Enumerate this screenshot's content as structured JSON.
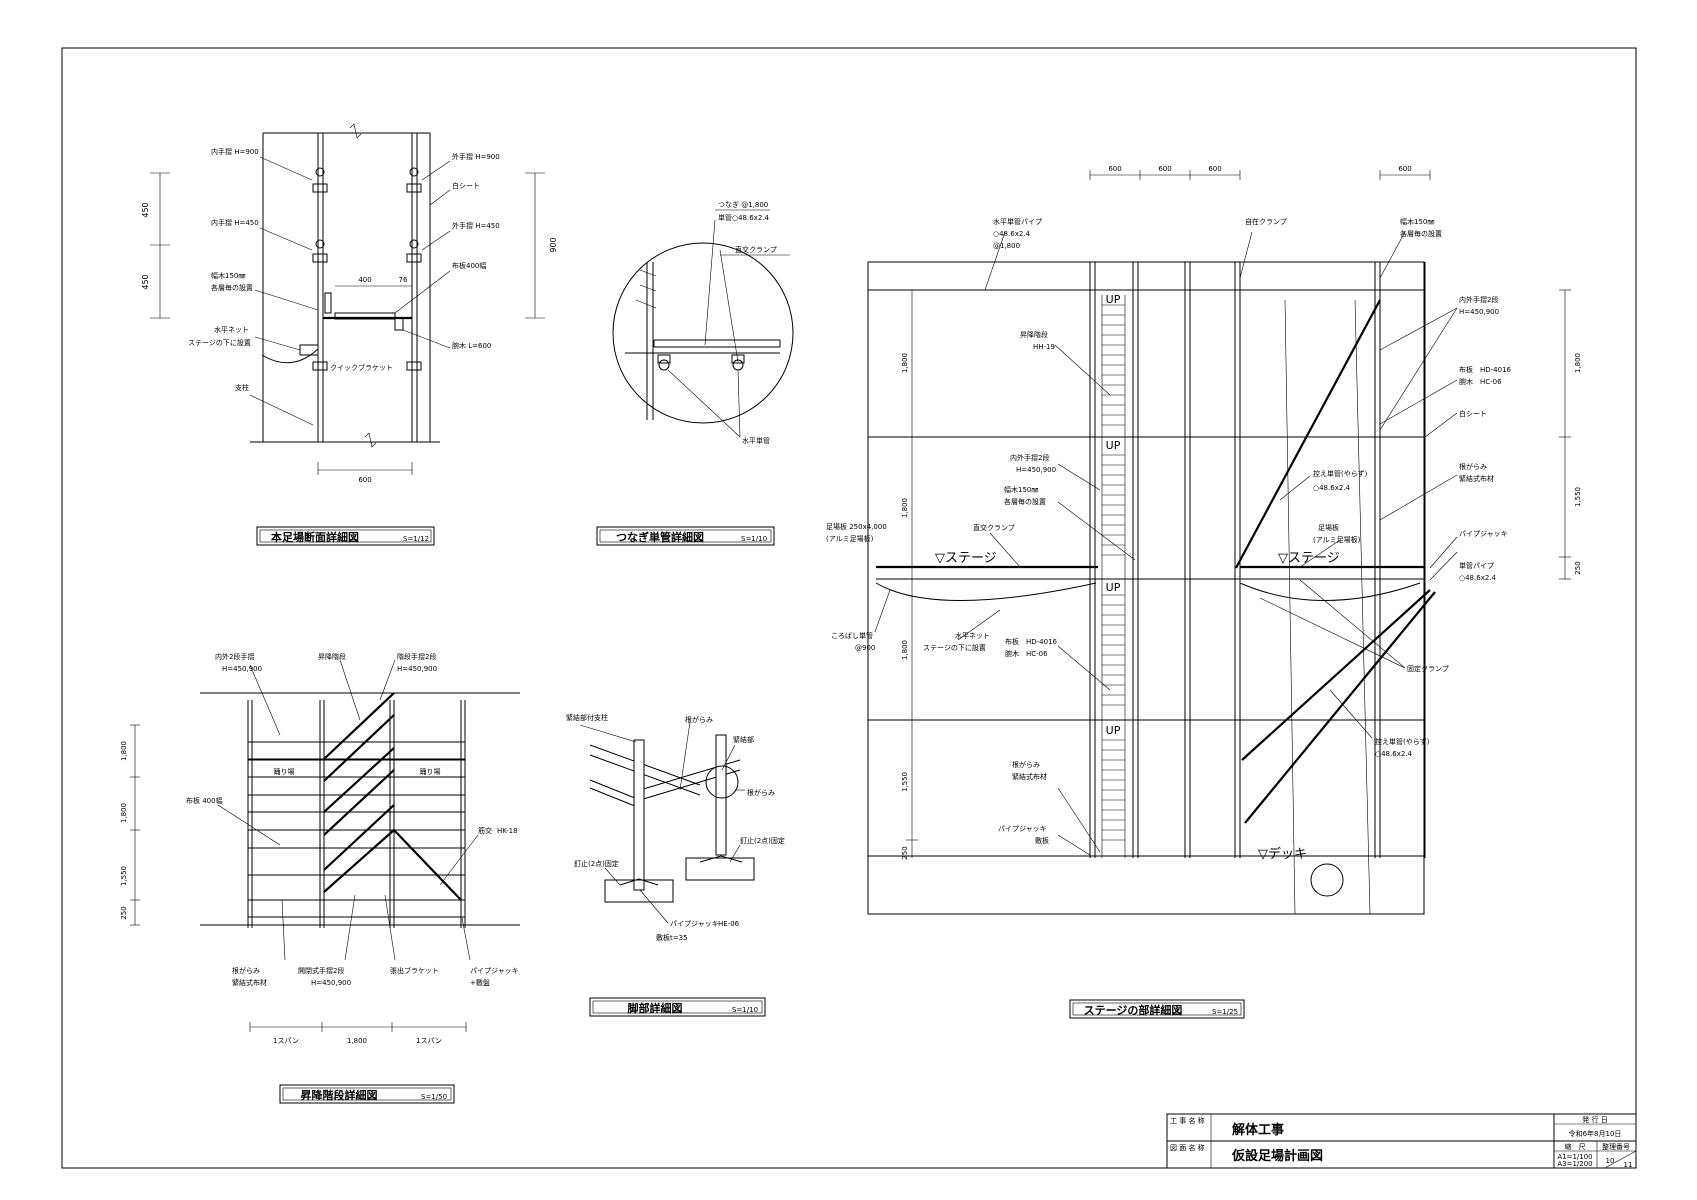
{
  "drawings": {
    "section": {
      "title": "本足場断面詳細図",
      "scale": "S=1/12",
      "labels": {
        "inner_rail_900": "内手摺 H=900",
        "inner_rail_450": "内手摺 H=450",
        "toe_board": "幅木150㎜",
        "toe_board_note": "各層毎の設置",
        "net": "水平ネット",
        "net_note": "ステージの下に設置",
        "bracket": "クイックブラケット",
        "post": "支柱",
        "outer_rail_900": "外手摺 H=900",
        "white_sheet": "白シート",
        "outer_rail_450": "外手摺 H=450",
        "plank": "布板400幅",
        "arm": "腕木 L=600"
      },
      "dims": {
        "d450a": "450",
        "d450b": "450",
        "d900": "900",
        "d400": "400",
        "d76": "76",
        "d600": "600"
      }
    },
    "tie": {
      "title": "つなぎ単管詳細図",
      "scale": "S=1/10",
      "labels": {
        "tie": "つなぎ @1,800",
        "pipe": "単管○48.6x2.4",
        "clamp": "直交クランプ",
        "horizontal": "水平単管"
      }
    },
    "stair": {
      "title": "昇降階段詳細図",
      "scale": "S=1/50",
      "labels": {
        "rail2": "内外2段手摺",
        "rail2_h": "H=450,900",
        "stair": "昇降階段",
        "stair_rail": "階段手摺2段",
        "stair_rail_h": "H=450,900",
        "landing_l": "踊り場",
        "landing_r": "踊り場",
        "plank": "布板 400幅",
        "brace_a": "筋交",
        "brace_b": "HK-18",
        "base_tie": "根がらみ",
        "base_tie_note": "緊結式布材",
        "gate_rail": "開閉式手摺2段",
        "gate_rail_h": "H=450,900",
        "ext_bracket": "張出ブラケット",
        "jack": "パイプジャッキ",
        "jack_note": "+敷盤"
      },
      "dims": {
        "d1800a": "1,800",
        "d1800b": "1,800",
        "d1550": "1,550",
        "d250": "250",
        "span_l": "1スパン",
        "span_c": "1,800",
        "span_r": "1スパン"
      }
    },
    "base": {
      "title": "脚部詳細図",
      "scale": "S=1/10",
      "labels": {
        "post": "緊結部付支柱",
        "tie": "根がらみ",
        "joint": "緊結部",
        "tie2": "根がらみ",
        "nail_l": "釘止(2点)固定",
        "nail_r": "釘止(2点)固定",
        "jack": "パイプジャッキ",
        "jack_code": "HE-06",
        "plate": "敷板t=35"
      }
    },
    "stage": {
      "title": "ステージの部詳細図",
      "scale": "S=1/25",
      "labels": {
        "h_pipe": "水平単管パイプ",
        "h_pipe_spec": "○48.6x2.4",
        "h_pipe_pitch": "@1,800",
        "swivel": "自在クランプ",
        "toe": "幅木150㎜",
        "toe_note": "各層毎の設置",
        "stair": "昇降階段",
        "stair_code": "HH-19",
        "rail": "内外手摺2段",
        "rail_h": "H=450,900",
        "plank_r": "布板",
        "plank_r_code": "HD-4016",
        "arm_r": "腕木",
        "arm_r_code": "HC-06",
        "sheet": "白シート",
        "rail_l": "内外手摺2段",
        "rail_l_h": "H=450,900",
        "toe_l": "幅木150㎜",
        "toe_l_note": "各層毎の設置",
        "brace": "控え単管(やらず)",
        "brace_spec": "○48.6x2.4",
        "base_tie": "根がらみ",
        "base_tie_note": "緊結式布材",
        "scaffold_board": "足場板 250x4,000",
        "scaffold_board_note": "(アルミ足場板)",
        "clamp": "直交クランプ",
        "stage_l": "▽ステージ",
        "stage_r": "▽ステージ",
        "alu_board": "足場板",
        "alu_board_note": "(アルミ足場板)",
        "jack_r": "パイプジャッキ",
        "single_pipe": "単管パイプ",
        "single_pipe_spec": "○48.6x2.4",
        "fall_pipe": "ころばし単管",
        "fall_pipe_pitch": "@900",
        "net": "水平ネット",
        "net_note": "ステージの下に設置",
        "plank_c": "布板",
        "plank_c_code": "HD-4016",
        "arm_c": "腕木",
        "arm_c_code": "HC-06",
        "fix_clamp": "固定クランプ",
        "brace2": "控え単管(やらず)",
        "brace2_spec": "○48.6x2.4",
        "base_tie_l": "根がらみ",
        "base_tie_l_note": "緊結式布材",
        "jack_l": "パイプジャッキ",
        "jack_l_note": "敷板",
        "deck": "▽デッキ",
        "up": "UP"
      },
      "dims": {
        "t600a": "600",
        "t600b": "600",
        "t600c": "600",
        "t600d": "600",
        "l1800a": "1,800",
        "l1800b": "1,800",
        "l1800c": "1,800",
        "l1550": "1,550",
        "l250": "250",
        "r1800": "1,800",
        "r1550": "1,550",
        "r250": "250"
      }
    }
  },
  "title_block": {
    "project_label": "工 事 名 称",
    "project": "解体工事",
    "drawing_label": "図 面 名 称",
    "drawing": "仮設足場計画図",
    "issue_label": "発 行 日",
    "issue_date": "令和6年8月10日",
    "scale_label": "縮　尺",
    "scale_a1": "A1=1/100",
    "scale_a3": "A3=1/200",
    "number_label": "整理番号",
    "number": "10",
    "total": "11"
  }
}
